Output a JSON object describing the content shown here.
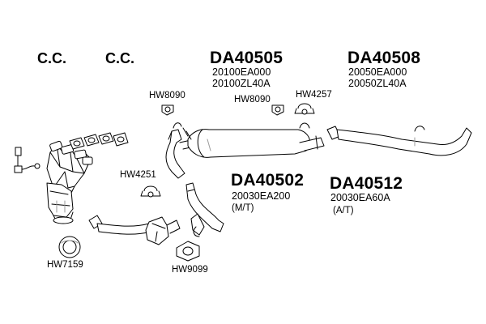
{
  "header": {
    "cc_left": "C.C.",
    "cc_mid": "C.C."
  },
  "groups": {
    "da40505": {
      "code": "DA40505",
      "part_a": "20100EA000",
      "part_b": "20100ZL40A"
    },
    "da40508": {
      "code": "DA40508",
      "part_a": "20050EA000",
      "part_b": "20050ZL40A"
    },
    "da40502": {
      "code": "DA40502",
      "part": "20030EA200",
      "trans": "(M/T)"
    },
    "da40512": {
      "code": "DA40512",
      "part": "20030EA60A",
      "trans": "(A/T)"
    }
  },
  "hardware": {
    "hw8090_left": "HW8090",
    "hw8090_mid": "HW8090",
    "hw4257": "HW4257",
    "hw4251": "HW4251",
    "hw7159": "HW7159",
    "hw9099": "HW9099"
  },
  "colors": {
    "line": "#000000",
    "fill": "#ffffff",
    "shade": "#9a9a9a"
  }
}
